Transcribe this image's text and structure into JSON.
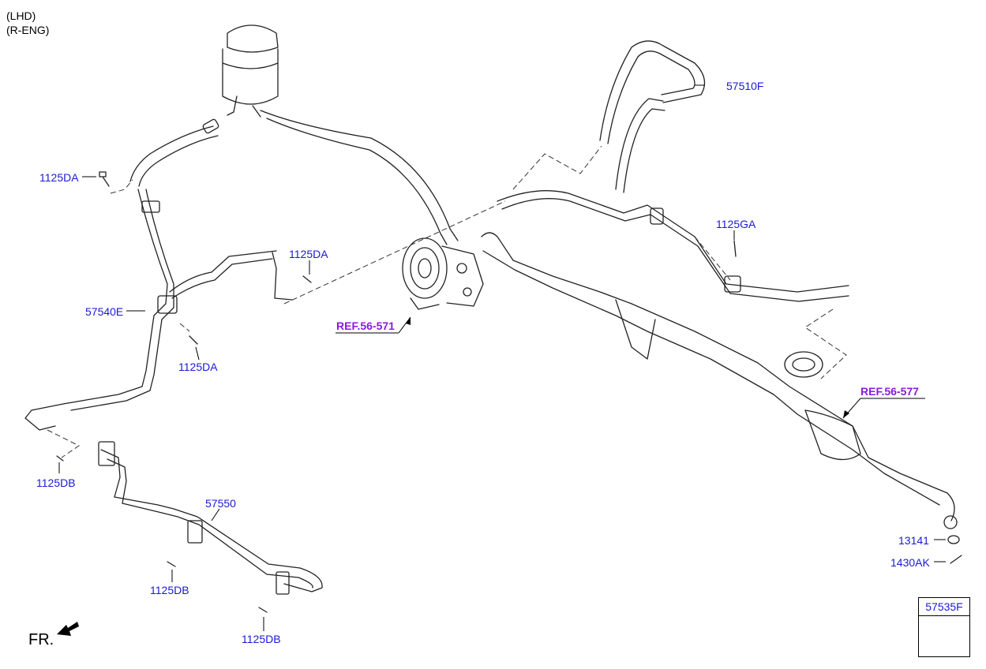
{
  "header": {
    "line1": "(LHD)",
    "line2": "(R-ENG)"
  },
  "labels": {
    "p57510F": "57510F",
    "p1125GA": "1125GA",
    "p1125DA_a": "1125DA",
    "p1125DA_b": "1125DA",
    "p1125DA_c": "1125DA",
    "p57540E": "57540E",
    "p1125DB_a": "1125DB",
    "p1125DB_b": "1125DB",
    "p1125DB_c": "1125DB",
    "p57550": "57550",
    "p13141": "13141",
    "p1430AK": "1430AK",
    "p57535F": "57535F"
  },
  "refs": {
    "ref571": "REF.56-571",
    "ref577": "REF.56-577"
  },
  "direction": "FR.",
  "colors": {
    "part_label": "#1a1ad6",
    "ref_label": "#8a1bd8",
    "line": "#000000"
  }
}
